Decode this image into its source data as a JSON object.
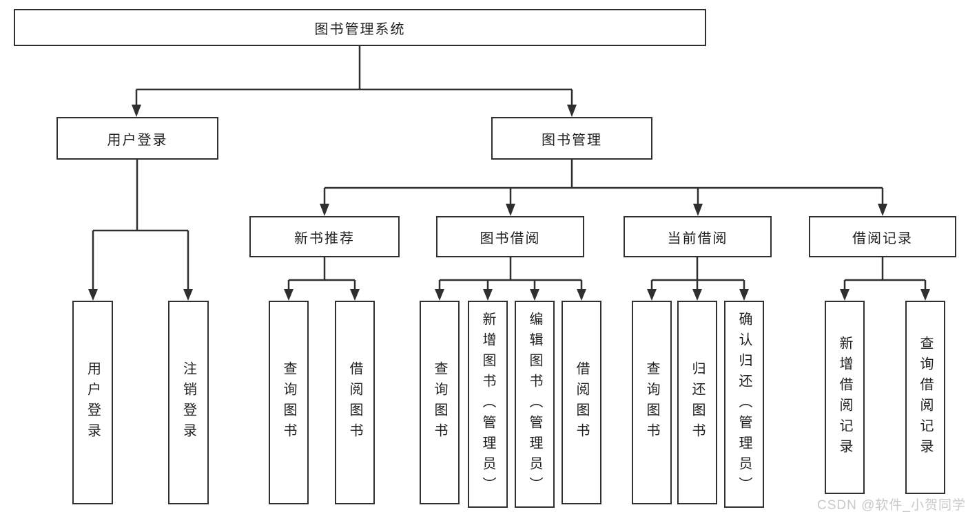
{
  "tree": {
    "root": {
      "label": "图书管理系统"
    },
    "branches": [
      {
        "label": "用户登录",
        "children": [
          {
            "label": "用户登录"
          },
          {
            "label": "注销登录"
          }
        ]
      },
      {
        "label": "图书管理",
        "sections": [
          {
            "label": "新书推荐",
            "children": [
              {
                "label": "查询图书"
              },
              {
                "label": "借阅图书"
              }
            ]
          },
          {
            "label": "图书借阅",
            "children": [
              {
                "label": "查询图书"
              },
              {
                "label": "新增图书（管理员）"
              },
              {
                "label": "编辑图书（管理员）"
              },
              {
                "label": "借阅图书"
              }
            ]
          },
          {
            "label": "当前借阅",
            "children": [
              {
                "label": "查询图书"
              },
              {
                "label": "归还图书"
              },
              {
                "label": "确认归还（管理员）"
              }
            ]
          },
          {
            "label": "借阅记录",
            "children": [
              {
                "label": "新增借阅记录"
              },
              {
                "label": "查询借阅记录"
              }
            ]
          }
        ]
      }
    ]
  },
  "watermark": {
    "text": "CSDN @软件_小贺同学",
    "color": "#c9c9c9"
  },
  "colors": {
    "line": "#2f2f2f",
    "box_border": "#2f2f2f",
    "text": "#1f1f1f",
    "background": "#ffffff"
  }
}
